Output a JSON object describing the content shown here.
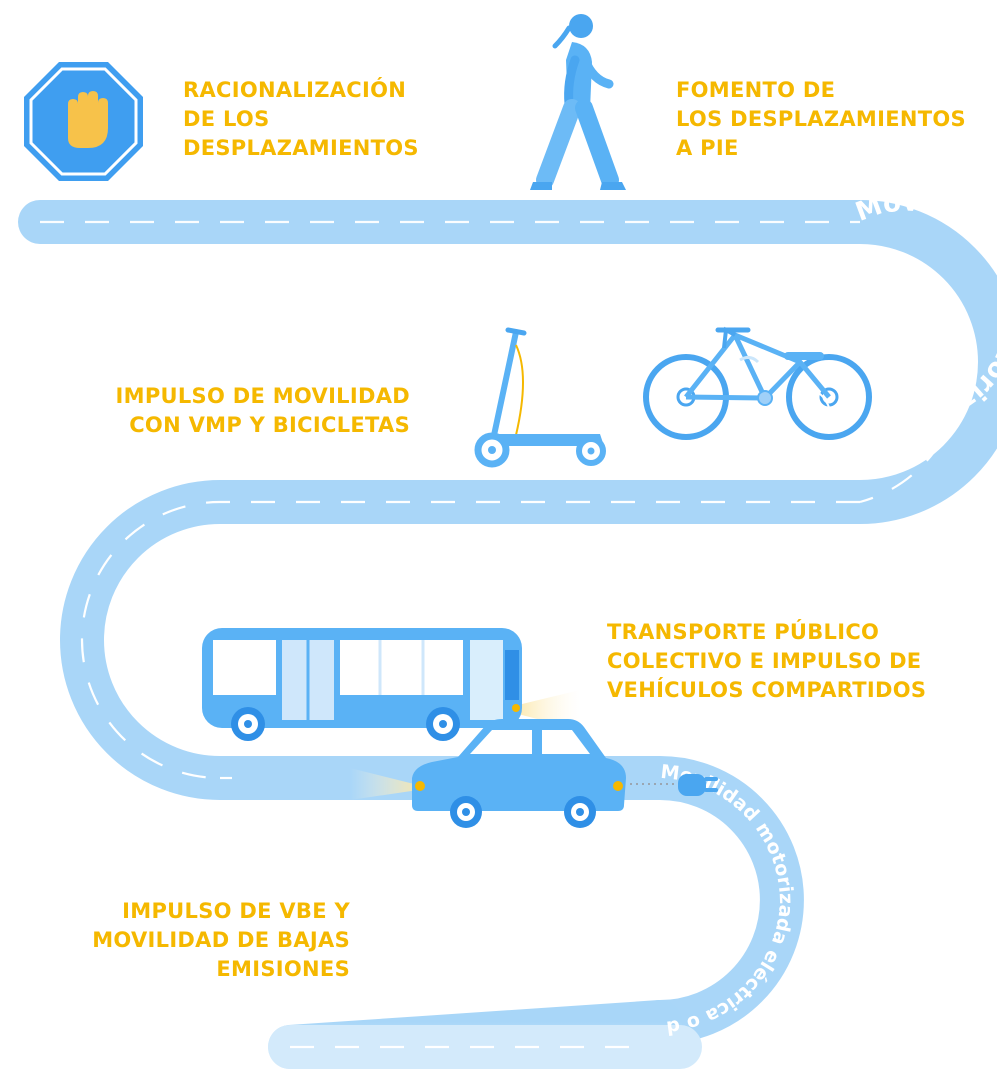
{
  "labels": {
    "racionalizacion": [
      "RACIONALIZACIÓN",
      "DE LOS",
      "DESPLAZAMIENTOS"
    ],
    "fomento": [
      "FOMENTO DE",
      "LOS DESPLAZAMIENTOS",
      "A PIE"
    ],
    "vmp": [
      "IMPULSO DE MOVILIDAD",
      "CON VMP Y BICICLETAS"
    ],
    "transporte": [
      "TRANSPORTE PÚBLICO",
      "COLECTIVO E IMPULSO DE",
      "VEHÍCULOS COMPARTIDOS"
    ],
    "vbe": [
      "IMPULSO DE VBE Y",
      "MOVILIDAD DE BAJAS",
      "EMISIONES"
    ]
  },
  "road_texts": {
    "no_motorizada": "Movilidad no motorizada o asistida",
    "motorizada": "Movilidad motorizada eléctrica o de una fuente sin emisiones"
  },
  "colors": {
    "label_yellow": "#f5b800",
    "road_dark": "#2f8fe6",
    "road_mid": "#7ec0f5",
    "road_light": "#cde7fb",
    "vehicle_blue": "#5ab2f5",
    "stop_sign_blue": "#3f9ef0",
    "hand_yellow": "#f7c24a"
  },
  "icons": {
    "stop": "stop-sign-hand-icon",
    "walker": "walking-person-icon",
    "scooter": "electric-scooter-icon",
    "bicycle": "bicycle-icon",
    "bus": "bus-icon",
    "car": "electric-car-icon",
    "plug": "electric-plug-icon"
  }
}
